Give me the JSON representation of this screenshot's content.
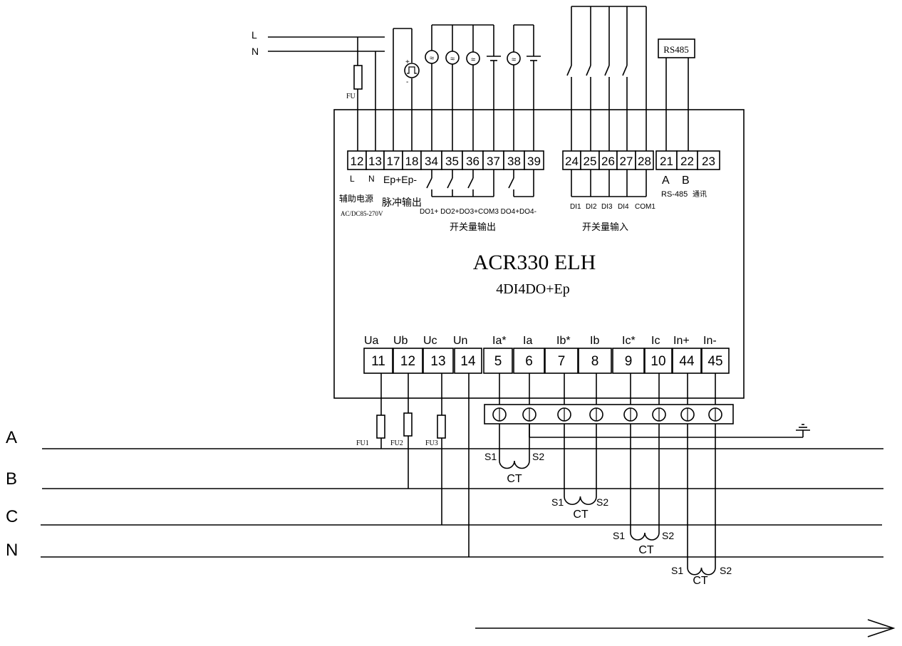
{
  "model": "ACR330 ELH",
  "variant": "4DI4DO+Ep",
  "supply": {
    "L": "L",
    "N": "N",
    "fuse": "FU",
    "label": "辅助电源",
    "range": "AC/DC85-270V",
    "term_L": "L",
    "term_N": "N"
  },
  "pulse": {
    "label": "Ep+Ep-",
    "title": "脉冲输出",
    "plus": "+",
    "minus": "-"
  },
  "top_terminals": [
    "12",
    "13",
    "17",
    "18",
    "34",
    "35",
    "36",
    "37",
    "38",
    "39"
  ],
  "di_terminals": [
    "24",
    "25",
    "26",
    "27",
    "28",
    "21",
    "22",
    "23"
  ],
  "do_labels": "DO1+ DO2+DO3+COM3 DO4+DO4-",
  "do_title": "开关量输出",
  "di_labels": [
    "DI1",
    "DI2",
    "DI3",
    "DI4",
    "COM1"
  ],
  "di_title": "开关量输入",
  "rs485": {
    "box": "RS485",
    "a": "A",
    "b": "B",
    "label": "RS-485",
    "label_cn": "通讯"
  },
  "bottom_headers": [
    "Ua",
    "Ub",
    "Uc",
    "Un",
    "Ia*",
    "Ia",
    "Ib*",
    "Ib",
    "Ic*",
    "Ic",
    "In+",
    "In-"
  ],
  "bottom_terminals": [
    "11",
    "12",
    "13",
    "14",
    "5",
    "6",
    "7",
    "8",
    "9",
    "10",
    "44",
    "45"
  ],
  "fuses": [
    "FU1",
    "FU2",
    "FU3"
  ],
  "phases": [
    "A",
    "B",
    "C",
    "N"
  ],
  "ct": {
    "s1": "S1",
    "s2": "S2",
    "label": "CT"
  }
}
